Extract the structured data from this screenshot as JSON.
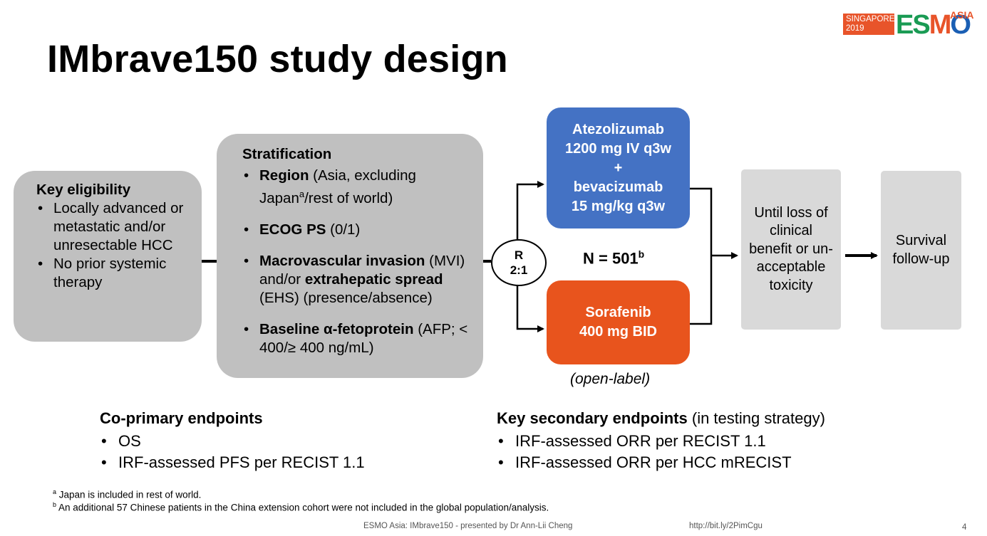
{
  "title": "IMbrave150 study design",
  "logo": {
    "city": "SINGAPORE",
    "year": "2019",
    "word_a": "ES",
    "word_m": "M",
    "word_o": "O",
    "region": "ASIA"
  },
  "eligibility": {
    "heading": "Key eligibility",
    "items": [
      "Locally advanced or metastatic and/or unresectable HCC",
      "No prior systemic therapy"
    ]
  },
  "stratification": {
    "heading": "Stratification",
    "items": [
      {
        "bold": "Region",
        "rest": " (Asia, excluding Japan",
        "sup": "a",
        "rest2": "/rest of world)"
      },
      {
        "bold": "ECOG PS",
        "rest": " (0/1)"
      },
      {
        "bold": "Macrovascular invasion",
        "rest": " (MVI) and/or ",
        "bold2": "extrahepatic spread",
        "rest2": " (EHS) (presence/absence)"
      },
      {
        "bold": "Baseline α-fetoprotein",
        "rest": " (AFP; < 400/≥ 400 ng/mL)"
      }
    ]
  },
  "randomization": {
    "line1": "R",
    "line2": "2:1"
  },
  "arms": {
    "atezo": {
      "line1": "Atezolizumab",
      "line2": "1200 mg IV q3w",
      "line3": "+",
      "line4": "bevacizumab",
      "line5": "15 mg/kg q3w"
    },
    "sorafenib": {
      "line1": "Sorafenib",
      "line2": "400 mg BID"
    }
  },
  "n_label": {
    "text": "N = 501",
    "sup": "b"
  },
  "open_label": "(open-label)",
  "until_box": "Until loss of clinical benefit or un-acceptable toxicity",
  "survival_box": "Survival follow-up",
  "endpoints": {
    "primary": {
      "title": "Co-primary endpoints",
      "items": [
        "OS",
        "IRF-assessed PFS per RECIST 1.1"
      ]
    },
    "secondary": {
      "title": "Key secondary endpoints",
      "title_note": " (in testing strategy)",
      "items": [
        "IRF-assessed ORR per RECIST 1.1",
        "IRF-assessed ORR per HCC mRECIST"
      ]
    }
  },
  "footnotes": {
    "a": {
      "mark": "a",
      "text": " Japan is included in rest of world."
    },
    "b": {
      "mark": "b",
      "text": " An additional 57 Chinese patients in the China extension cohort were not included in the global population/analysis."
    }
  },
  "footer": {
    "presenter": "ESMO Asia: IMbrave150 - presented by Dr Ann-Lii Cheng",
    "url": "http://bit.ly/2PimCgu",
    "page": "4"
  },
  "colors": {
    "atezo_arm": "#4472c4",
    "sorafenib_arm": "#e8541d",
    "grey_box": "#c0c0c0",
    "light_box": "#d9d9d9",
    "logo_orange": "#e8542a",
    "logo_green": "#1a9b54"
  }
}
